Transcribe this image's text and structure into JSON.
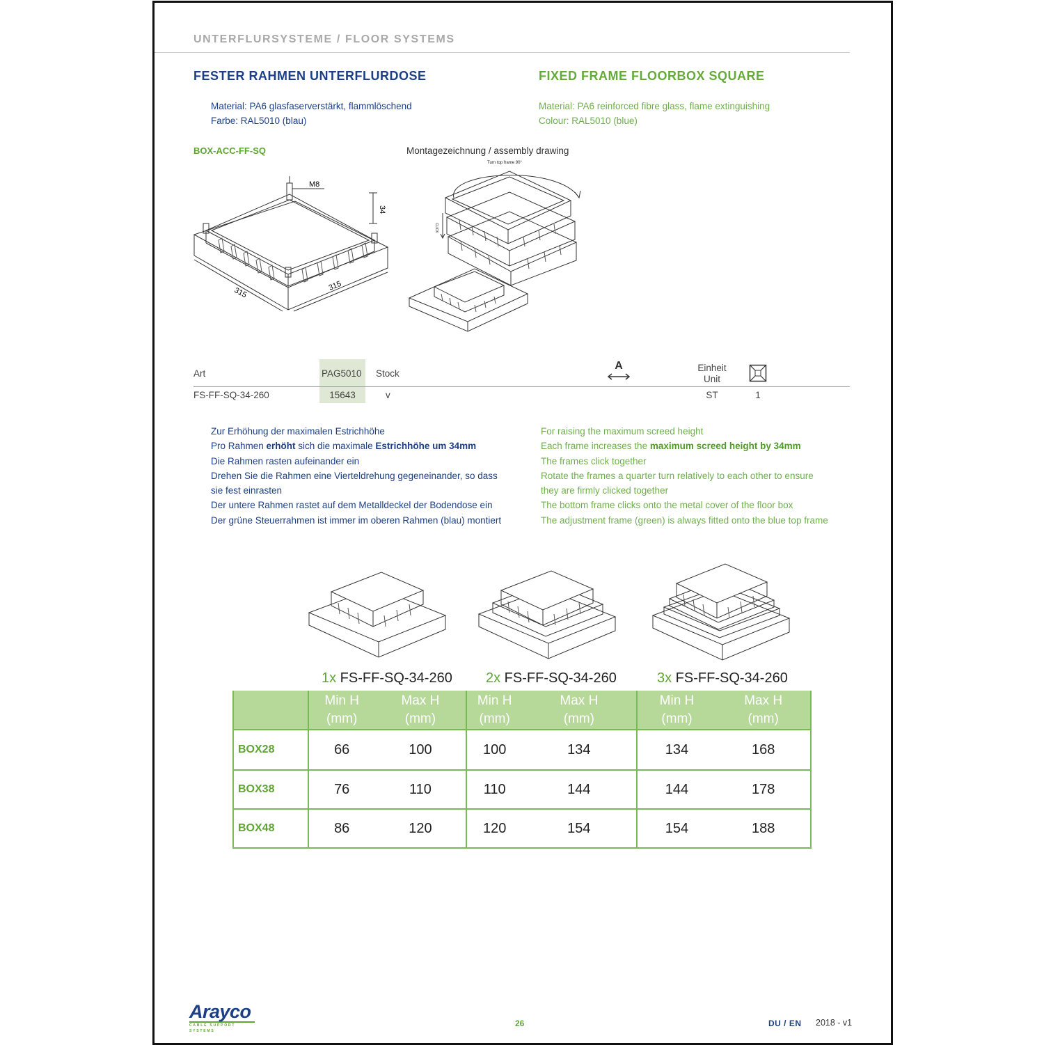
{
  "header": {
    "section_title": "UNTERFLURSYSTEME / FLOOR SYSTEMS",
    "title_de": "FESTER RAHMEN UNTERFLURDOSE",
    "title_en": "FIXED FRAME FLOORBOX SQUARE"
  },
  "material": {
    "de": [
      "Material: PA6 glasfaserverstärkt, flammlöschend",
      "Farbe: RAL5010 (blau)"
    ],
    "en": [
      "Material: PA6 reinforced fibre glass, flame extinguishing",
      "Colour: RAL5010 (blue)"
    ]
  },
  "product_code": "BOX-ACC-FF-SQ",
  "drawing": {
    "assembly_label": "Montagezeichnung / assembly drawing",
    "dim_m8": "M8",
    "dim_width_1": "315",
    "dim_width_2": "315",
    "dim_side": "34",
    "turn_label": "Turn top frame 90°",
    "side_label": "CLICK"
  },
  "article_table": {
    "headers": {
      "art": "Art",
      "color_code": "PAG5010",
      "stock": "Stock",
      "dimension_letter": "A",
      "unit_de": "Einheit",
      "unit_en": "Unit"
    },
    "row": {
      "art": "FS-FF-SQ-34-260",
      "color_code": "15643",
      "stock": "v",
      "unit": "ST",
      "pack": "1"
    }
  },
  "bullets_de": [
    [
      {
        "t": "Zur Erhöhung der maximalen Estrichhöhe"
      }
    ],
    [
      {
        "t": "Pro Rahmen "
      },
      {
        "t": "erhöht",
        "b": true
      },
      {
        "t": " sich die maximale "
      },
      {
        "t": "Estrichhöhe um 34mm",
        "b": true
      }
    ],
    [
      {
        "t": "Die Rahmen rasten aufeinander ein"
      }
    ],
    [
      {
        "t": "Drehen Sie die Rahmen eine Vierteldrehung gegeneinander, so dass"
      }
    ],
    [
      {
        "t": "sie fest einrasten"
      }
    ],
    [
      {
        "t": "Der untere Rahmen rastet auf dem Metalldeckel der Bodendose ein"
      }
    ],
    [
      {
        "t": "Der grüne Steuerrahmen ist immer im oberen Rahmen (blau) montiert"
      }
    ]
  ],
  "bullets_en": [
    [
      {
        "t": "For raising the maximum screed height"
      }
    ],
    [
      {
        "t": "Each frame increases the "
      },
      {
        "t": "maximum screed height by 34mm",
        "b": true
      }
    ],
    [
      {
        "t": "The frames click together"
      }
    ],
    [
      {
        "t": "Rotate the frames a quarter turn relatively to each other to ensure"
      }
    ],
    [
      {
        "t": "they are firmly clicked together"
      }
    ],
    [
      {
        "t": "The bottom frame clicks onto the metal cover of the floor box"
      }
    ],
    [
      {
        "t": "The adjustment frame (green) is always fitted onto the blue top frame"
      }
    ]
  ],
  "captions": [
    {
      "mult": "1x",
      "code": " FS-FF-SQ-34-260"
    },
    {
      "mult": "2x",
      "code": " FS-FF-SQ-34-260"
    },
    {
      "mult": "3x",
      "code": " FS-FF-SQ-34-260"
    }
  ],
  "height_table": {
    "min_label": [
      "Min H",
      "(mm)"
    ],
    "max_label": [
      "Max H",
      "(mm)"
    ],
    "rows": [
      {
        "box": "BOX28",
        "values": [
          "66",
          "100",
          "100",
          "134",
          "134",
          "168"
        ]
      },
      {
        "box": "BOX38",
        "values": [
          "76",
          "110",
          "110",
          "144",
          "144",
          "178"
        ]
      },
      {
        "box": "BOX48",
        "values": [
          "86",
          "120",
          "120",
          "154",
          "154",
          "188"
        ]
      }
    ]
  },
  "footer": {
    "logo_text": "Arayco",
    "logo_tagline": "CABLE SUPPORT SYSTEMS",
    "page_number": "26",
    "language": "DU / EN",
    "version": "2018 - v1"
  },
  "colors": {
    "blue": "#1c3f86",
    "green": "#66ab3a",
    "table_header": "#b6d99a",
    "table_border": "#79b95a"
  }
}
